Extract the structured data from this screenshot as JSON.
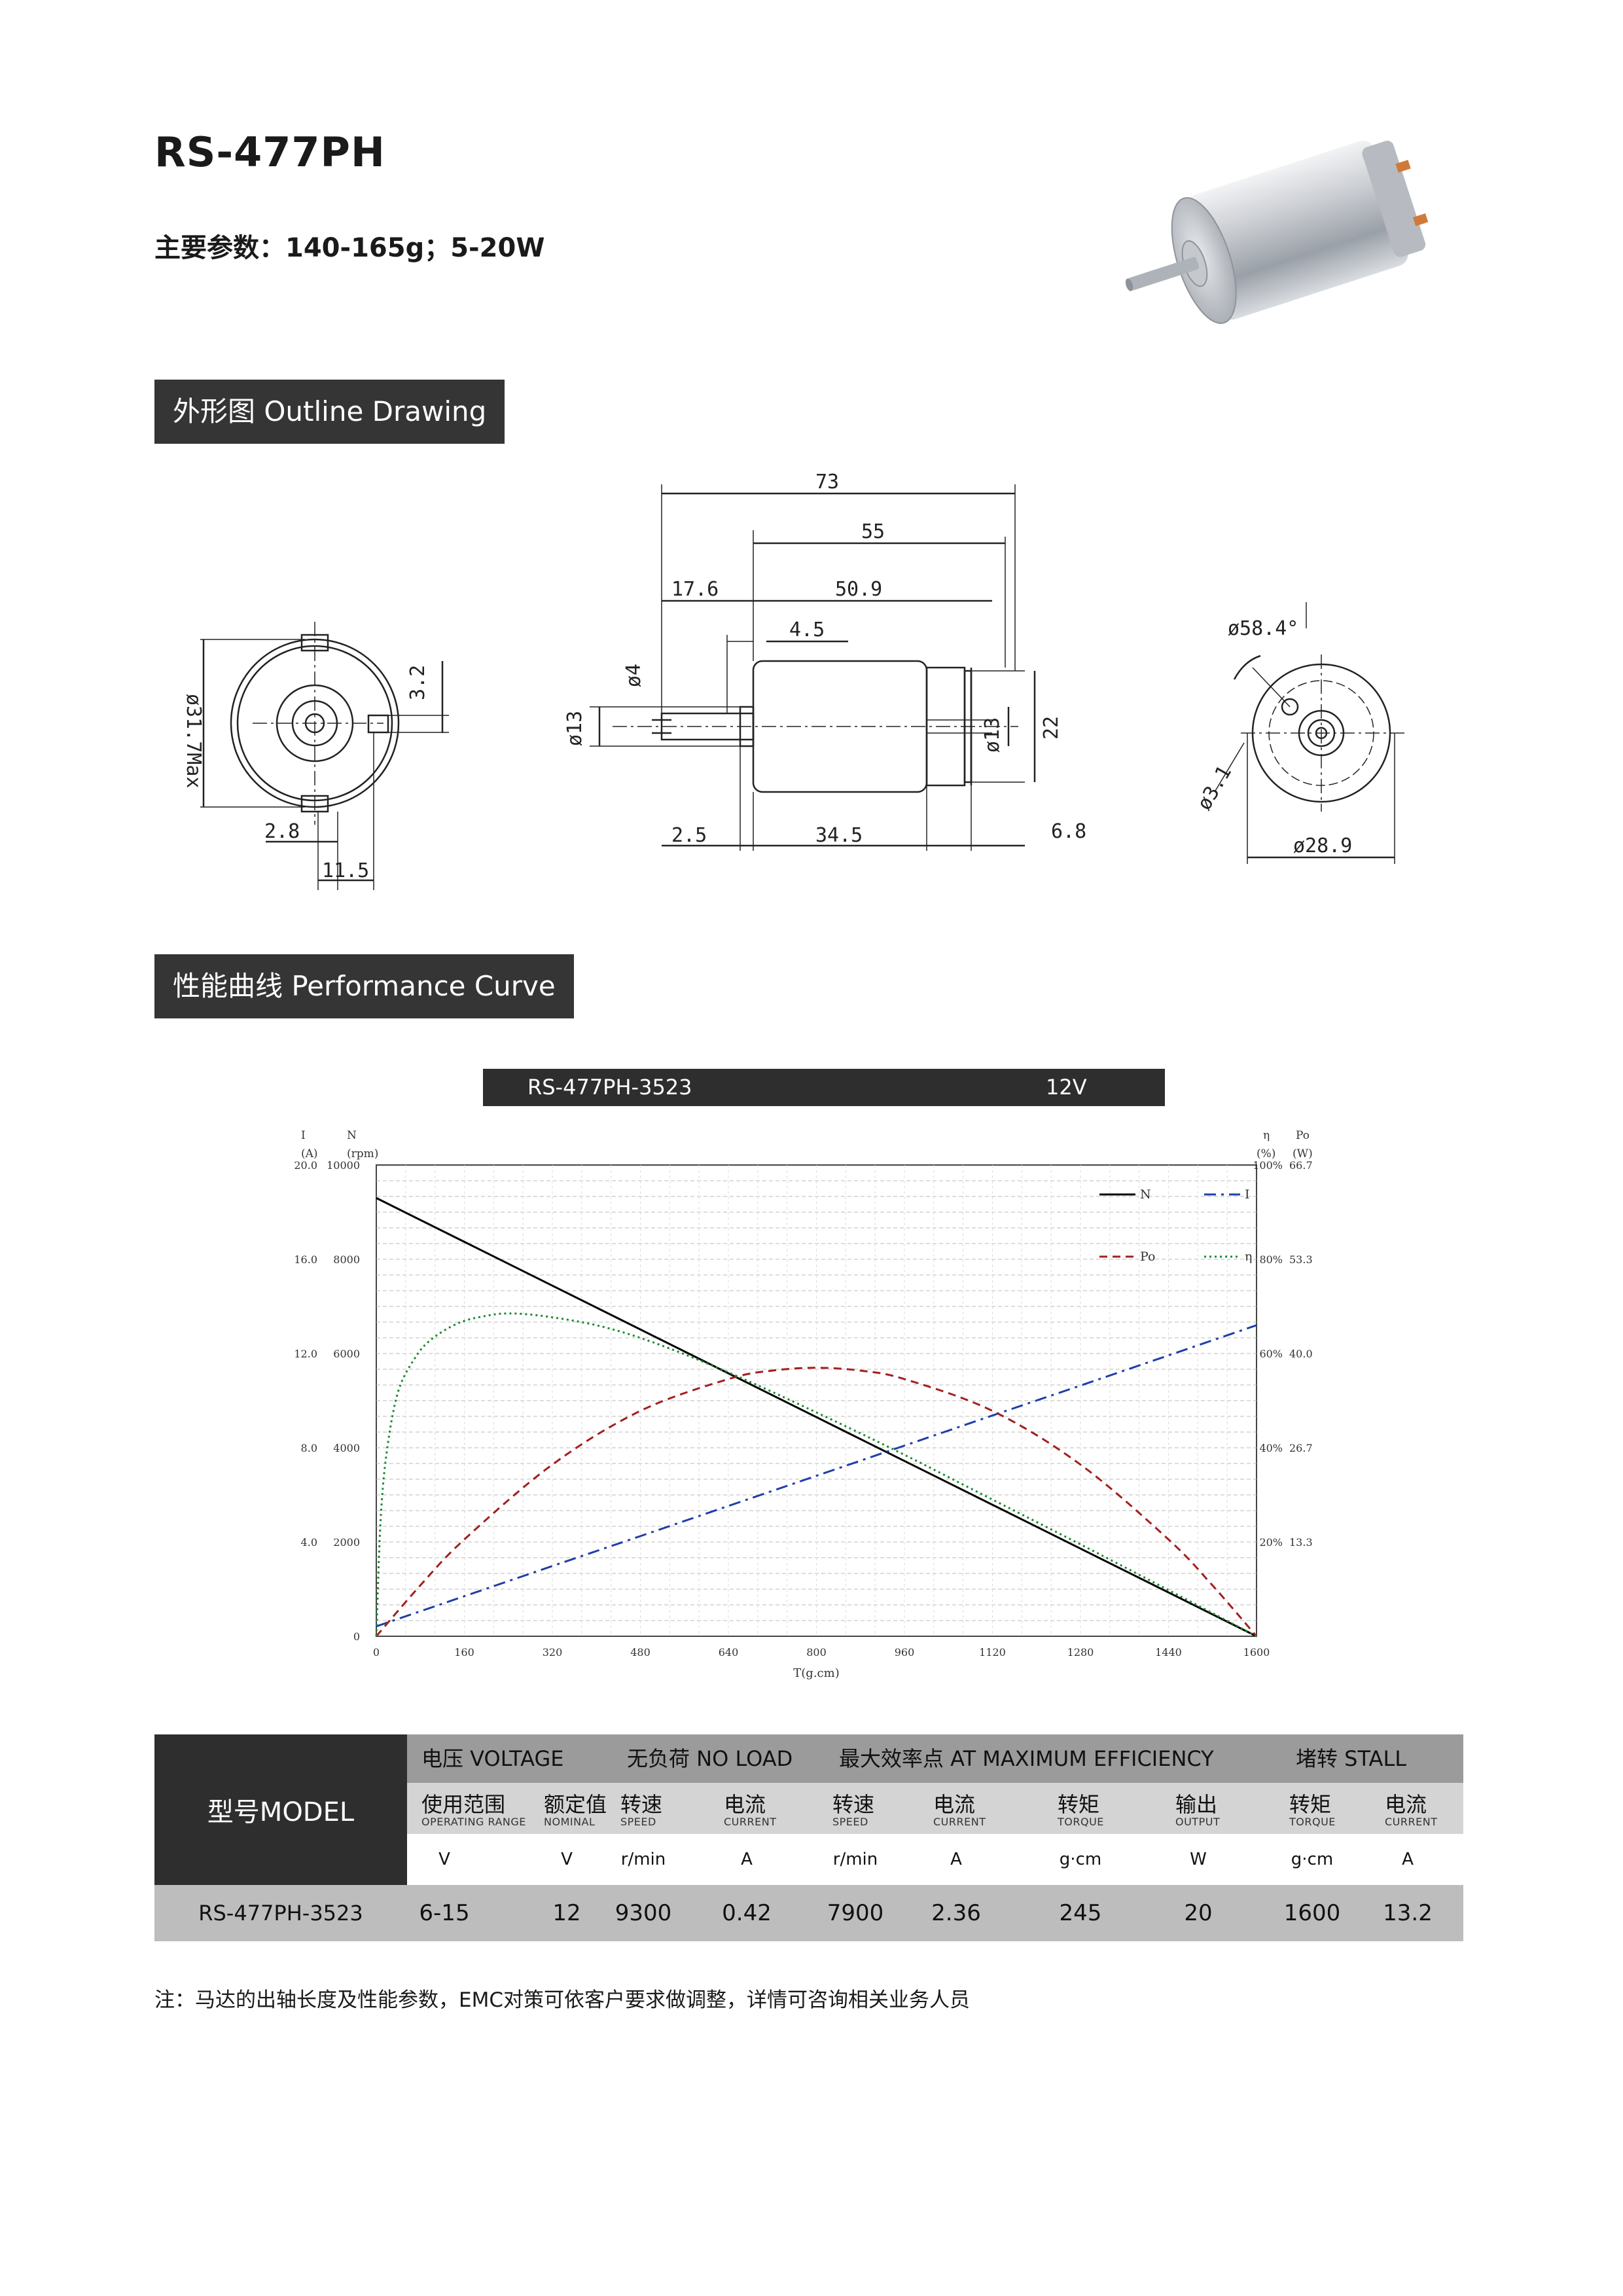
{
  "header": {
    "title": "RS-477PH",
    "params": "主要参数：140-165g；5-20W"
  },
  "sections": {
    "outline": "外形图 Outline Drawing",
    "performance": "性能曲线 Performance Curve"
  },
  "drawing": {
    "front_dia": "ø31.7Max",
    "front_32": "3.2",
    "front_28": "2.8",
    "front_115": "11.5",
    "side_73": "73",
    "side_55": "55",
    "side_176": "17.6",
    "side_509": "50.9",
    "side_45": "4.5",
    "side_d4": "ø4",
    "side_d13_left": "ø13",
    "side_d13_right": "ø13",
    "side_22": "22",
    "side_25": "2.5",
    "side_345": "34.5",
    "side_68": "6.8",
    "rear_584": "ø58.4°",
    "rear_31": "ø3.1",
    "rear_289": "ø28.9"
  },
  "chart_header": {
    "model": "RS-477PH-3523",
    "voltage": "12V"
  },
  "chart_data": {
    "type": "line",
    "x_label": "T(g.cm)",
    "x_ticks": [
      0,
      160,
      320,
      480,
      640,
      800,
      960,
      1120,
      1280,
      1440,
      1600
    ],
    "xlim": [
      0,
      1600
    ],
    "left_axis_header": [
      "I",
      "N",
      "(A)",
      "(rpm)"
    ],
    "right_axis_header": [
      "η",
      "Po",
      "(%)",
      "(W)"
    ],
    "left_I_ticks": [
      "20.0",
      "16.0",
      "12.0",
      "8.0",
      "4.0"
    ],
    "left_N_ticks": [
      "10000",
      "8000",
      "6000",
      "4000",
      "2000",
      "0"
    ],
    "right_eff_ticks": [
      "100%",
      "80%",
      "60%",
      "40%",
      "20%"
    ],
    "right_po_ticks": [
      "66.7",
      "53.3",
      "40.0",
      "26.7",
      "13.3"
    ],
    "N_range": [
      0,
      10000
    ],
    "series": [
      {
        "name": "N",
        "unit": "rpm",
        "color": "#000000",
        "style": "solid",
        "x": [
          0,
          160,
          320,
          480,
          640,
          800,
          960,
          1120,
          1280,
          1440,
          1600
        ],
        "y": [
          9300,
          8370,
          7440,
          6510,
          5580,
          4650,
          3720,
          2790,
          1860,
          930,
          0
        ]
      },
      {
        "name": "I",
        "unit": "A",
        "color": "#1f3fa8",
        "style": "dashdot",
        "x": [
          0,
          160,
          320,
          480,
          640,
          800,
          960,
          1120,
          1280,
          1440,
          1600
        ],
        "y": [
          0.42,
          1.7,
          2.98,
          4.25,
          5.53,
          6.81,
          8.09,
          9.37,
          10.64,
          11.92,
          13.2
        ]
      },
      {
        "name": "Po",
        "unit": "W",
        "color": "#a31f1f",
        "style": "dashed",
        "x": [
          0,
          80,
          160,
          320,
          480,
          640,
          720,
          800,
          880,
          960,
          1120,
          1280,
          1440,
          1520,
          1600
        ],
        "y": [
          0,
          7.2,
          13.7,
          24.3,
          31.9,
          36.4,
          37.6,
          38.0,
          37.6,
          36.4,
          31.9,
          24.3,
          13.7,
          7.2,
          0
        ]
      },
      {
        "name": "η",
        "unit": "%",
        "color": "#1b8a2e",
        "style": "dotted",
        "x": [
          0,
          8,
          20,
          40,
          70,
          100,
          150,
          200,
          240,
          300,
          400,
          500,
          640,
          800,
          960,
          1120,
          1280,
          1440,
          1600
        ],
        "y": [
          0,
          25,
          40,
          52,
          59,
          63,
          66.5,
          68,
          68.5,
          68,
          66,
          62.5,
          56,
          47.5,
          38.5,
          29,
          19.5,
          9.8,
          0
        ]
      }
    ],
    "legend": [
      "N",
      "I",
      "Po",
      "η"
    ],
    "grid": true,
    "legend_position": "top-right"
  },
  "table": {
    "model_header": "型号MODEL",
    "groups": {
      "voltage": "电压 VOLTAGE",
      "noload": "无负荷 NO LOAD",
      "maxeff": "最大效率点 AT MAXIMUM EFFICIENCY",
      "stall": "堵转 STALL"
    },
    "columns": [
      {
        "cn": "使用范围",
        "en": "OPERATING RANGE",
        "unit": "V"
      },
      {
        "cn": "额定值",
        "en": "NOMINAL",
        "unit": "V"
      },
      {
        "cn": "转速",
        "en": "SPEED",
        "unit": "r/min"
      },
      {
        "cn": "电流",
        "en": "CURRENT",
        "unit": "A"
      },
      {
        "cn": "转速",
        "en": "SPEED",
        "unit": "r/min"
      },
      {
        "cn": "电流",
        "en": "CURRENT",
        "unit": "A"
      },
      {
        "cn": "转矩",
        "en": "TORQUE",
        "unit": "g·cm"
      },
      {
        "cn": "输出",
        "en": "OUTPUT",
        "unit": "W"
      },
      {
        "cn": "转矩",
        "en": "TORQUE",
        "unit": "g·cm"
      },
      {
        "cn": "电流",
        "en": "CURRENT",
        "unit": "A"
      }
    ],
    "row": {
      "model": "RS-477PH-3523",
      "values": [
        "6-15",
        "12",
        "9300",
        "0.42",
        "7900",
        "2.36",
        "245",
        "20",
        "1600",
        "13.2"
      ]
    }
  },
  "note": "注：马达的出轴长度及性能参数，EMC对策可依客户要求做调整，详情可咨询相关业务人员",
  "colors": {
    "section_bar": "#353535",
    "table_dark": "#2e2e2e",
    "table_mid": "#9b9b9b",
    "table_light": "#d4d4d4"
  }
}
